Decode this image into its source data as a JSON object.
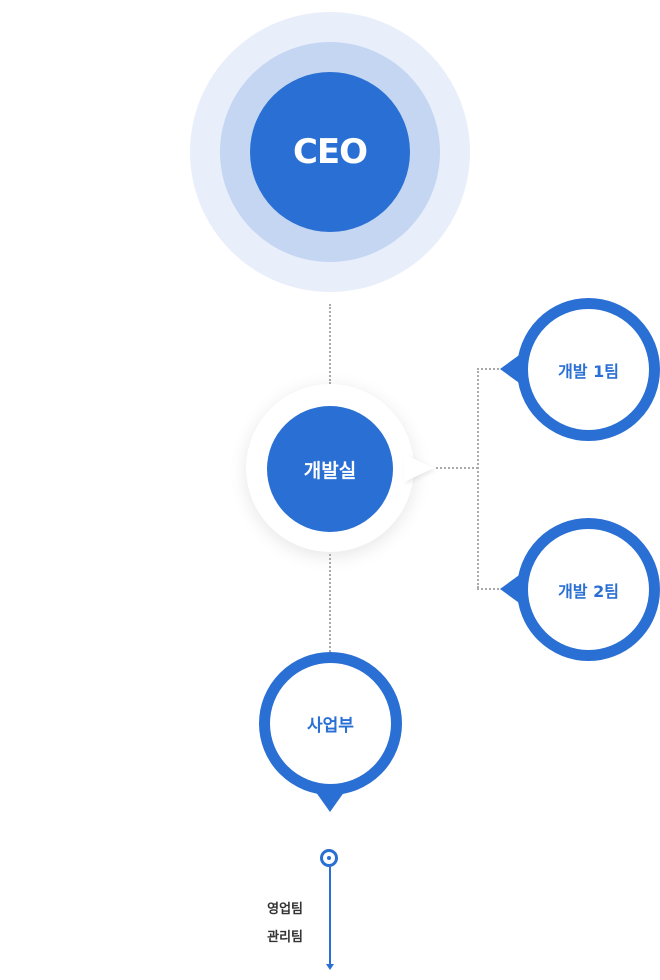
{
  "ceo": {
    "label": "CEO"
  },
  "dev_office": {
    "label": "개발실",
    "teams": [
      {
        "label": "개발 1팀"
      },
      {
        "label": "개발 2팀"
      }
    ]
  },
  "business_division": {
    "label": "사업부",
    "teams": [
      {
        "label": "영업팀"
      },
      {
        "label": "관리팀"
      }
    ]
  },
  "colors": {
    "primary": "#2a6fd3",
    "ring_light": "#e9effa",
    "ring_mid": "#c4d6f2",
    "connector": "#a9a9a9"
  }
}
